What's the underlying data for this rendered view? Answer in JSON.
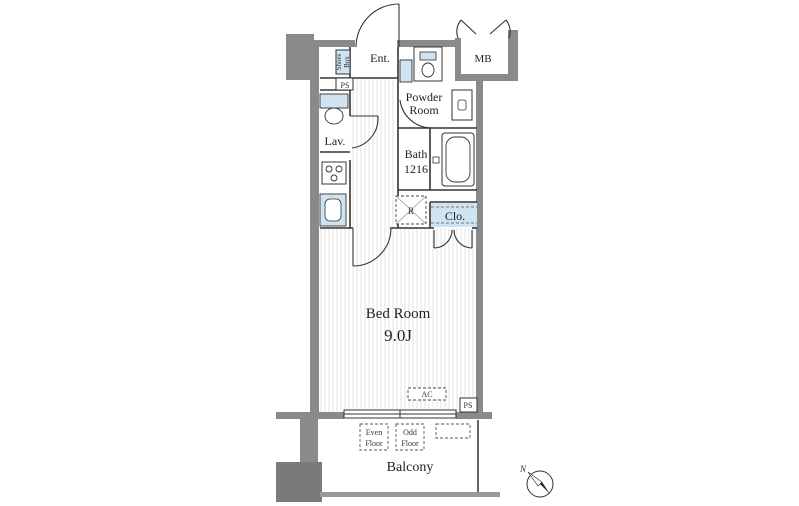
{
  "rooms": {
    "entrance": "Ent.",
    "mb": "MB",
    "shoes_box_line1": "Shoes",
    "shoes_box_line2": "Box",
    "ps_top": "PS",
    "powder_room_line1": "Powder",
    "powder_room_line2": "Room",
    "lavatory": "Lav.",
    "bath_line1": "Bath",
    "bath_line2": "1216",
    "refrigerator": "R",
    "closet": "Clo.",
    "bedroom_name": "Bed Room",
    "bedroom_size": "9.0J",
    "ac": "AC",
    "ps_bottom": "PS",
    "even_floor_line1": "Even",
    "even_floor_line2": "Floor",
    "odd_floor_line1": "Odd",
    "odd_floor_line2": "Floor",
    "balcony": "Balcony"
  },
  "colors": {
    "wall": "#8a8a8a",
    "wall_dark": "#7a7a7a",
    "line": "#333333",
    "fixture_blue": "#cfe3f2",
    "floor_stripe": "#e3e3e3"
  }
}
